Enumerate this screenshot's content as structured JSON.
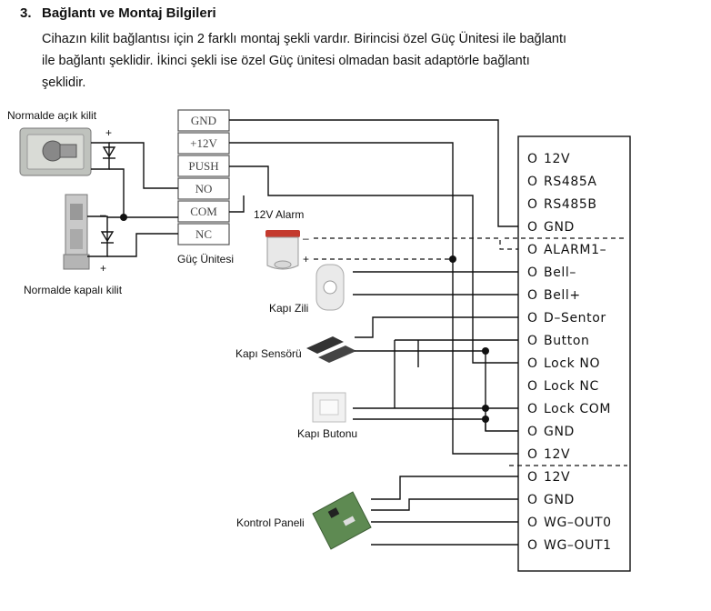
{
  "section": {
    "number": "3.",
    "title": "Bağlantı ve Montaj Bilgileri",
    "lines": [
      "Cihazın kilit bağlantısı için 2 farklı montaj şekli vardır. Birincisi özel Güç Ünitesi ile bağlantı",
      "ile bağlantı şeklidir. İkinci şekli ise özel Güç ünitesi olmadan basit adaptörle bağlantı",
      "şeklidir."
    ]
  },
  "diagram": {
    "labels": {
      "nc_lock": "Normalde açık kilit",
      "no_lock": "Normalde kapalı kilit",
      "psu": "Güç Ünitesi",
      "alarm": "12V Alarm",
      "bell": "Kapı Zili",
      "sensor": "Kapı Sensörü",
      "button": "Kapı Butonu",
      "panel": "Kontrol Paneli"
    },
    "symbols": {
      "plus": "+",
      "minus": "–"
    },
    "psu_terminals": [
      "GND",
      "+12V",
      "PUSH",
      "NO",
      "COM",
      "NC"
    ],
    "terminals": [
      "12V",
      "RS485A",
      "RS485B",
      "GND",
      "ALARM1–",
      "Bell–",
      "Bell+",
      "D–Sentor",
      "Button",
      "Lock NO",
      "Lock NC",
      "Lock COM",
      "GND",
      "12V",
      "12V",
      "GND",
      "WG–OUT0",
      "WG–OUT1"
    ],
    "terminal_marker": "O"
  }
}
